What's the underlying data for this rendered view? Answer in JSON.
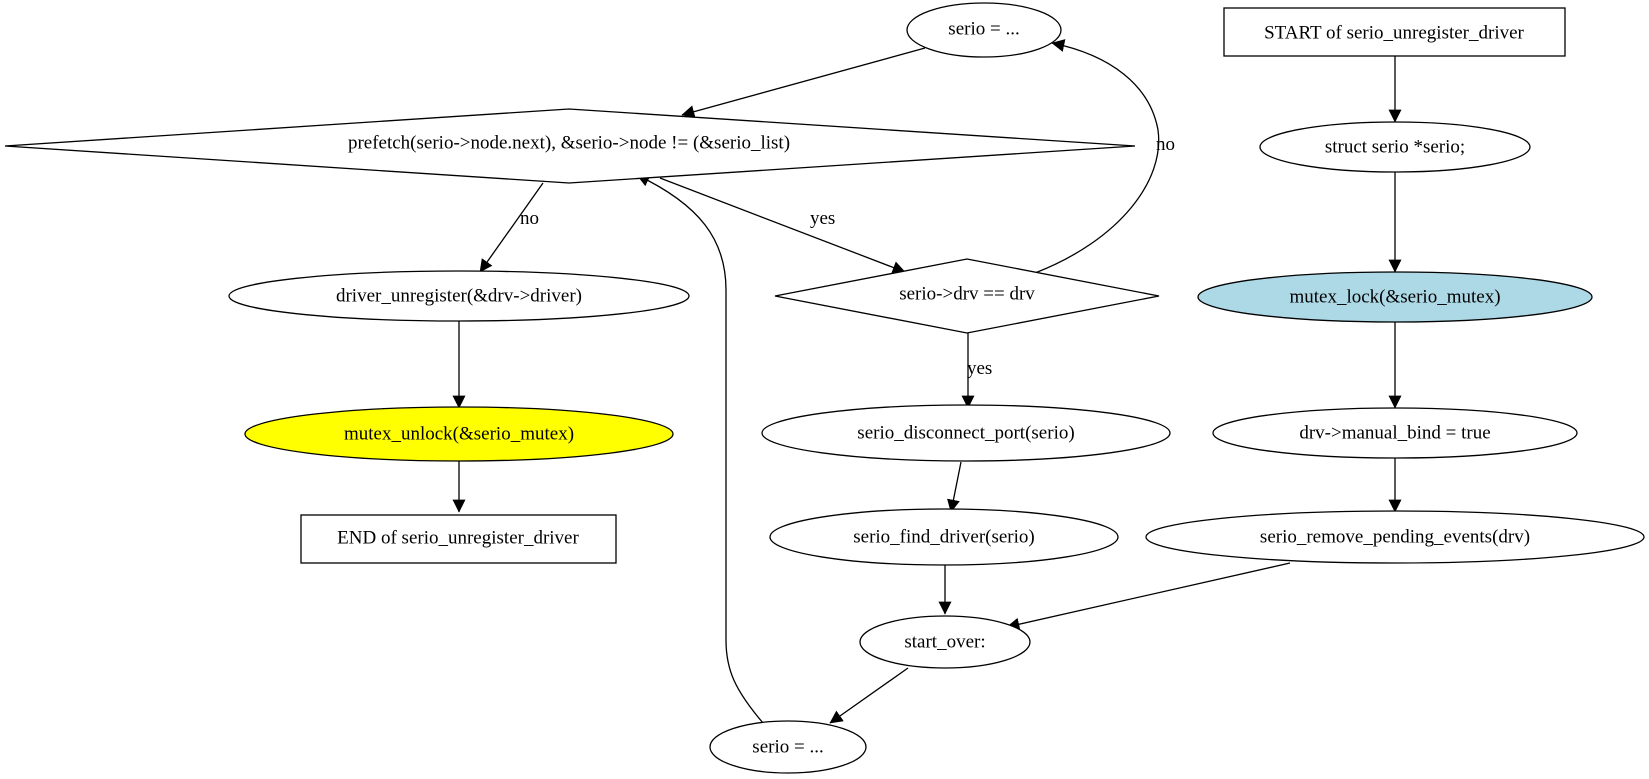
{
  "nodes": {
    "start": {
      "label": "START of serio_unregister_driver",
      "shape": "box",
      "fill": "#ffffff"
    },
    "decl": {
      "label": "struct serio *serio;",
      "shape": "ellipse",
      "fill": "#ffffff"
    },
    "lock": {
      "label": "mutex_lock(&serio_mutex)",
      "shape": "ellipse",
      "fill": "#add8e6"
    },
    "bind": {
      "label": "drv->manual_bind = true",
      "shape": "ellipse",
      "fill": "#ffffff"
    },
    "remove": {
      "label": "serio_remove_pending_events(drv)",
      "shape": "ellipse",
      "fill": "#ffffff"
    },
    "start_over": {
      "label": "start_over:",
      "shape": "ellipse",
      "fill": "#ffffff"
    },
    "serio_init": {
      "label": "serio = ...",
      "shape": "ellipse",
      "fill": "#ffffff"
    },
    "loop_cond": {
      "label": "prefetch(serio->node.next), &serio->node != (&serio_list)",
      "shape": "diamond",
      "fill": "#ffffff"
    },
    "drv_cond": {
      "label": "serio->drv == drv",
      "shape": "diamond",
      "fill": "#ffffff"
    },
    "serio_next": {
      "label": "serio = ...",
      "shape": "ellipse",
      "fill": "#ffffff"
    },
    "disconnect": {
      "label": "serio_disconnect_port(serio)",
      "shape": "ellipse",
      "fill": "#ffffff"
    },
    "find": {
      "label": "serio_find_driver(serio)",
      "shape": "ellipse",
      "fill": "#ffffff"
    },
    "drv_unreg": {
      "label": "driver_unregister(&drv->driver)",
      "shape": "ellipse",
      "fill": "#ffffff"
    },
    "unlock": {
      "label": "mutex_unlock(&serio_mutex)",
      "shape": "ellipse",
      "fill": "#ffff00"
    },
    "end": {
      "label": "END of serio_unregister_driver",
      "shape": "box",
      "fill": "#ffffff"
    }
  },
  "edges": [
    {
      "from": "start",
      "to": "decl",
      "label": ""
    },
    {
      "from": "decl",
      "to": "lock",
      "label": ""
    },
    {
      "from": "lock",
      "to": "bind",
      "label": ""
    },
    {
      "from": "bind",
      "to": "remove",
      "label": ""
    },
    {
      "from": "remove",
      "to": "start_over",
      "label": ""
    },
    {
      "from": "start_over",
      "to": "serio_init",
      "label": ""
    },
    {
      "from": "serio_init",
      "to": "loop_cond",
      "label": ""
    },
    {
      "from": "loop_cond",
      "to": "drv_cond",
      "label": "yes"
    },
    {
      "from": "loop_cond",
      "to": "drv_unreg",
      "label": "no"
    },
    {
      "from": "drv_cond",
      "to": "disconnect",
      "label": "yes"
    },
    {
      "from": "drv_cond",
      "to": "serio_next",
      "label": "no"
    },
    {
      "from": "serio_next",
      "to": "loop_cond",
      "label": ""
    },
    {
      "from": "disconnect",
      "to": "find",
      "label": ""
    },
    {
      "from": "find",
      "to": "start_over",
      "label": ""
    },
    {
      "from": "drv_unreg",
      "to": "unlock",
      "label": ""
    },
    {
      "from": "unlock",
      "to": "end",
      "label": ""
    }
  ]
}
